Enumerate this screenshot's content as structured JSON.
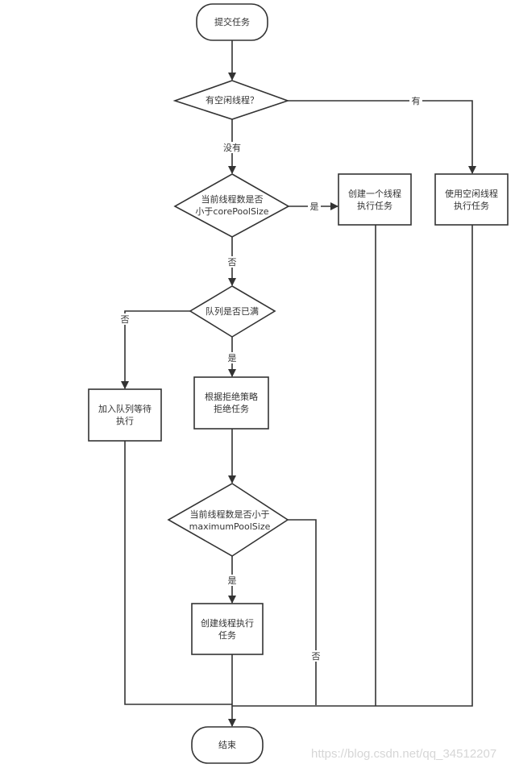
{
  "nodes": {
    "start": "提交任务",
    "has_idle": "有空闲线程？",
    "core_check": [
      "当前线程数是否",
      "小于corePoolSize"
    ],
    "create_one": [
      "创建一个线程",
      "执行任务"
    ],
    "use_idle": [
      "使用空闲线程",
      "执行任务"
    ],
    "queue_full": "队列是否已满",
    "enqueue": [
      "加入队列等待",
      "执行"
    ],
    "reject": [
      "根据拒绝策略",
      "拒绝任务"
    ],
    "max_check": [
      "当前线程数是否小于",
      "maximumPoolSize"
    ],
    "create_thread": [
      "创建线程执行",
      "任务"
    ],
    "end": "结束"
  },
  "edges": {
    "has": "有",
    "has_not": "没有",
    "core_yes": "是",
    "core_no": "否",
    "queue_no": "否",
    "queue_yes": "是",
    "max_yes": "是",
    "max_no": "否"
  },
  "watermark": "https://blog.csdn.net/qq_34512207"
}
